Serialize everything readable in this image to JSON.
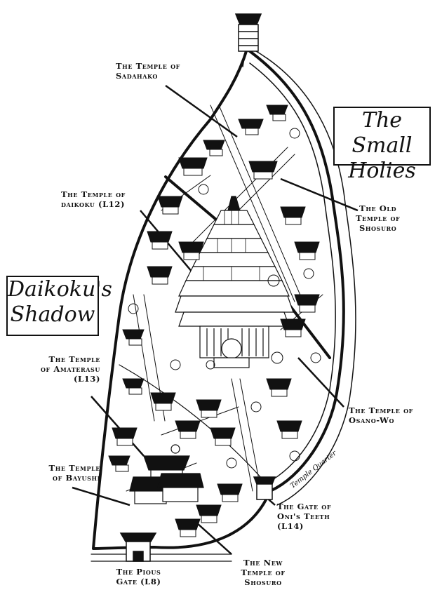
{
  "districts": {
    "small_holies": [
      "The Small",
      "Holies"
    ],
    "daikoku_shadow": [
      "Daikoku's",
      "Shadow"
    ]
  },
  "labels": {
    "sadahako": [
      "The Temple of",
      "Sadahako"
    ],
    "daikoku": [
      "The Temple of",
      "daikoku (L12)"
    ],
    "old_shosuro": [
      "The Old",
      "Temple of",
      "Shosuro"
    ],
    "amaterasu": [
      "The Temple",
      "of Amaterasu",
      "(L13)"
    ],
    "osano_wo": [
      "The Temple of",
      "Osano-Wo"
    ],
    "bayushi": [
      "The Temple",
      "of Bayushi"
    ],
    "oni_gate": [
      "The Gate of",
      "Oni's Teeth",
      "(L14)"
    ],
    "pious_gate": [
      "The Pious",
      "Gate (L8)"
    ],
    "new_shosuro": [
      "The New",
      "Temple of",
      "Shosuro"
    ]
  },
  "signature": "Temple Quarter",
  "colors": {
    "ink": "#111111",
    "paper": "#ffffff"
  },
  "icons": [
    "temple-pagoda-icon",
    "building-icon",
    "tree-icon",
    "gate-icon",
    "shrine-icon"
  ]
}
